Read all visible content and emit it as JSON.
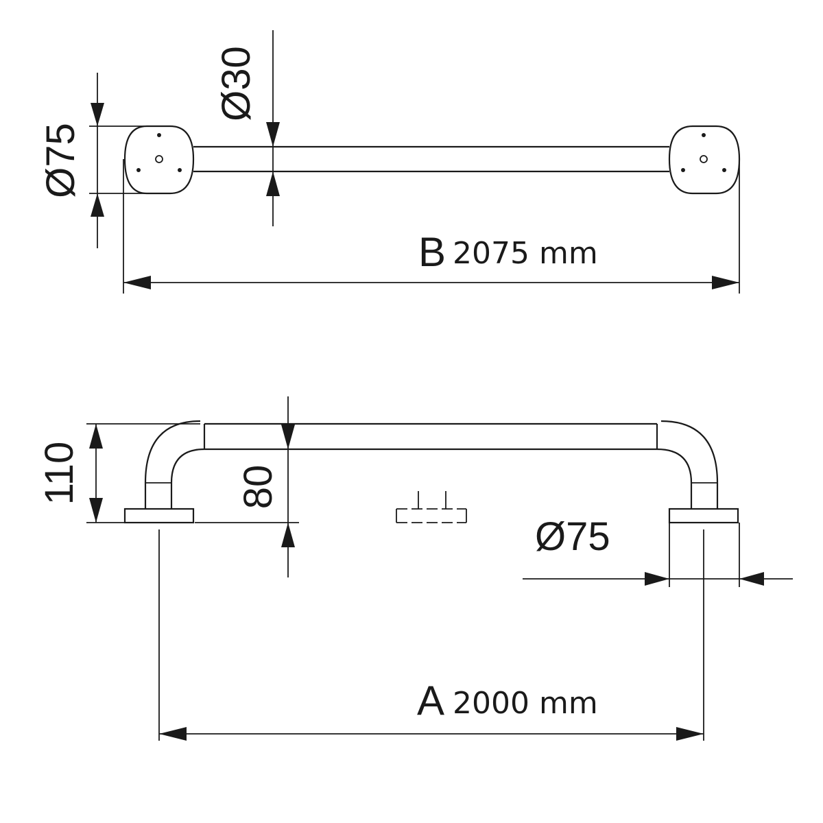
{
  "diagram": {
    "top_view": {
      "rosette_diameter_label": "Ø75",
      "tube_diameter_label": "Ø30",
      "overall_length_letter": "B",
      "overall_length_value": "2075 mm"
    },
    "side_view": {
      "height_label": "110",
      "tube_offset_label": "80",
      "rosette_diameter_label": "Ø75",
      "center_distance_letter": "A",
      "center_distance_value": "2000 mm"
    }
  }
}
